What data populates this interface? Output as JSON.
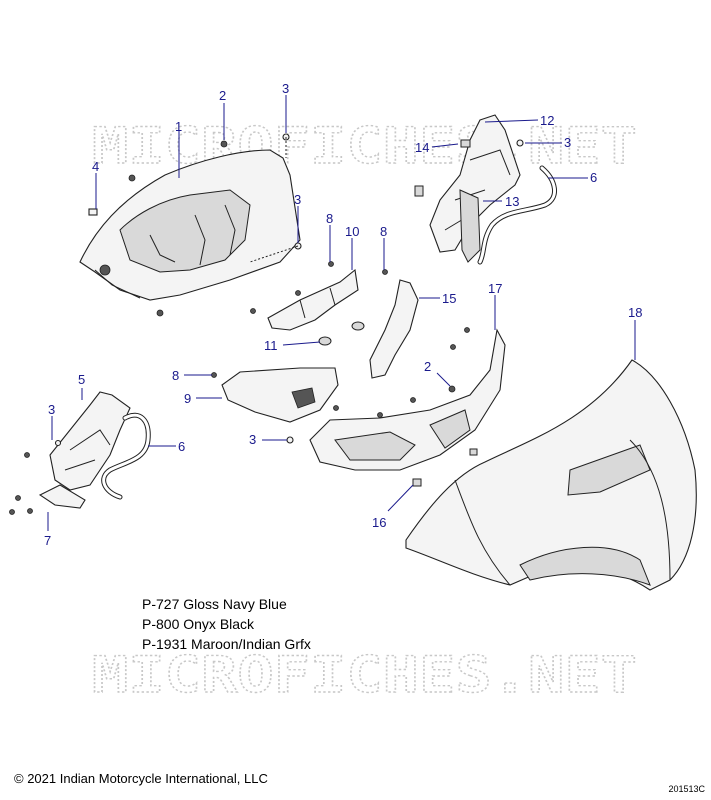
{
  "watermark": "MICROFICHES.NET",
  "callouts": [
    {
      "id": "c1",
      "label": "1"
    },
    {
      "id": "c2a",
      "label": "2"
    },
    {
      "id": "c2b",
      "label": "2"
    },
    {
      "id": "c3a",
      "label": "3"
    },
    {
      "id": "c3b",
      "label": "3"
    },
    {
      "id": "c3c",
      "label": "3"
    },
    {
      "id": "c3d",
      "label": "3"
    },
    {
      "id": "c3e",
      "label": "3"
    },
    {
      "id": "c4",
      "label": "4"
    },
    {
      "id": "c5",
      "label": "5"
    },
    {
      "id": "c6a",
      "label": "6"
    },
    {
      "id": "c6b",
      "label": "6"
    },
    {
      "id": "c7",
      "label": "7"
    },
    {
      "id": "c8a",
      "label": "8"
    },
    {
      "id": "c8b",
      "label": "8"
    },
    {
      "id": "c8c",
      "label": "8"
    },
    {
      "id": "c9",
      "label": "9"
    },
    {
      "id": "c10",
      "label": "10"
    },
    {
      "id": "c11",
      "label": "11"
    },
    {
      "id": "c12",
      "label": "12"
    },
    {
      "id": "c13",
      "label": "13"
    },
    {
      "id": "c14",
      "label": "14"
    },
    {
      "id": "c15",
      "label": "15"
    },
    {
      "id": "c16",
      "label": "16"
    },
    {
      "id": "c17",
      "label": "17"
    },
    {
      "id": "c18",
      "label": "18"
    }
  ],
  "paint_codes": [
    "P-727 Gloss Navy Blue",
    "P-800 Onyx Black",
    "P-1931 Maroon/Indian Grfx"
  ],
  "copyright": "© 2021 Indian Motorcycle International, LLC",
  "diagram_code": "201513C"
}
